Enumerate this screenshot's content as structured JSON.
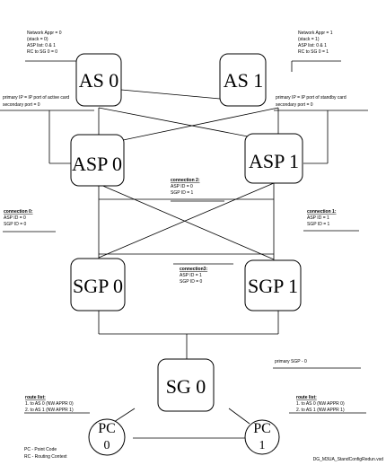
{
  "nodes": {
    "as0": "AS 0",
    "as1": "AS 1",
    "asp0": "ASP 0",
    "asp1": "ASP 1",
    "sgp0": "SGP 0",
    "sgp1": "SGP 1",
    "sg0": "SG 0",
    "pc0_line1": "PC",
    "pc0_line2": "0",
    "pc1_line1": "PC",
    "pc1_line2": "1"
  },
  "annotations": {
    "as0_info": [
      "Network Appr = 0",
      "(stack = 0)",
      "ASP list: 0 & 1",
      "RC to SG 0 = 0"
    ],
    "as1_info": [
      "Network Appr = 1",
      "(stack = 1)",
      "ASP list: 0 & 1",
      "RC to SG 0 = 1"
    ],
    "asp0_info": [
      "primary IP = IP port of active card",
      "secondary port = 0"
    ],
    "asp1_info": [
      "primary IP = IP port of standby card",
      "secondary port = 0"
    ],
    "conn0": {
      "title": "connection 0:",
      "lines": [
        "ASP ID = 0",
        "SGP ID = 0"
      ]
    },
    "conn1": {
      "title": "connection 1:",
      "lines": [
        "ASP ID = 1",
        "SGP ID = 1"
      ]
    },
    "conn2": {
      "title": "connection 2:",
      "lines": [
        "ASP ID = 0",
        "SGP ID = 1"
      ]
    },
    "conn3": {
      "title": "connection3:",
      "lines": [
        "ASP ID = 1",
        "SGP ID = 0"
      ]
    },
    "sg0_info": "primary SGP - 0",
    "route_left": {
      "title": "route list:",
      "lines": [
        "1. to AS 0 (NW APPR 0)",
        "2. to AS 1 (NW APPR 1)"
      ]
    },
    "route_right": {
      "title": "route list:",
      "lines": [
        "1. to AS 0 (NW APPR 0)",
        "2. to AS 1 (NW APPR 1)"
      ]
    }
  },
  "legend": [
    "PC - Point Code",
    "RC - Routing Context"
  ],
  "filename": "DG_M3UA_StandConfigRedun.vsd"
}
